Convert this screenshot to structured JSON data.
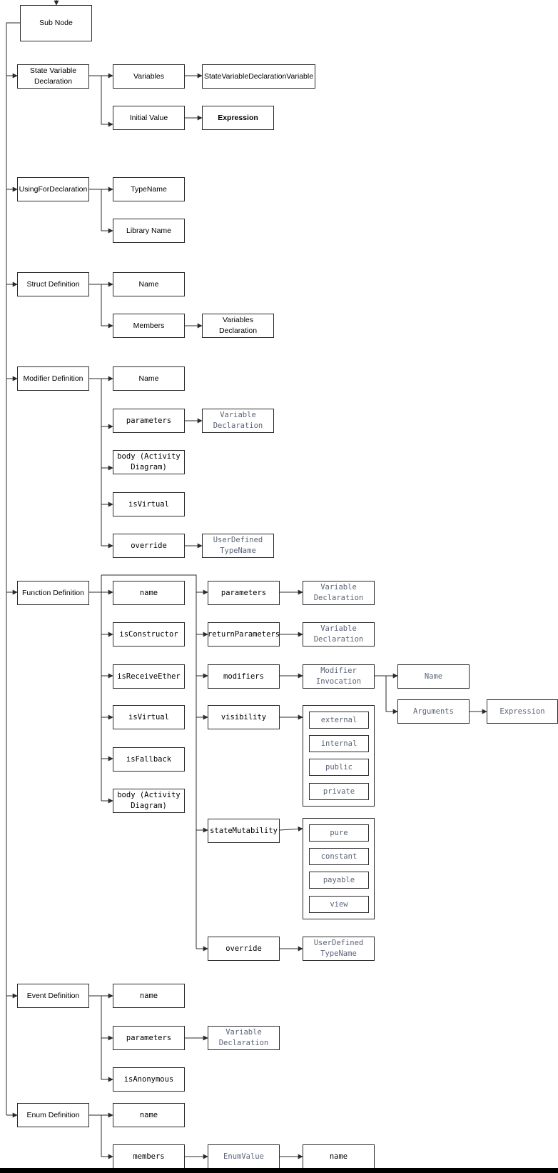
{
  "nodes": {
    "sub_node": "Sub Node",
    "state_var_decl": "State Variable Declaration",
    "sv_variables": "Variables",
    "sv_var_type": "StateVariableDeclarationVariable",
    "sv_initial_value": "Initial Value",
    "sv_expression": "Expression",
    "using_for": "UsingForDeclaration",
    "uf_typename": "TypeName",
    "uf_library": "Library Name",
    "struct_def": "Struct Definition",
    "st_name": "Name",
    "st_members": "Members",
    "st_var_decl": "Variables Declaration",
    "modifier_def": "Modifier Definition",
    "md_name": "Name",
    "md_parameters": "parameters",
    "md_var_decl": "Variable Declaration",
    "md_body": "body (Activity Diagram)",
    "md_isvirtual": "isVirtual",
    "md_override": "override",
    "md_udt": "UserDefined TypeName",
    "function_def": "Function Definition",
    "fd_name": "name",
    "fd_isconstructor": "isConstructor",
    "fd_isreceiveether": "isReceiveEther",
    "fd_isvirtual": "isVirtual",
    "fd_isfallback": "isFallback",
    "fd_body": "body (Activity Diagram)",
    "fd_parameters": "parameters",
    "fd_param_vd": "Variable Declaration",
    "fd_return_params": "returnParameters",
    "fd_return_vd": "Variable Declaration",
    "fd_modifiers": "modifiers",
    "fd_modifier_inv": "Modifier Invocation",
    "fd_mi_name": "Name",
    "fd_mi_arguments": "Arguments",
    "fd_mi_expression": "Expression",
    "fd_visibility": "visibility",
    "vis_external": "external",
    "vis_internal": "internal",
    "vis_public": "public",
    "vis_private": "private",
    "fd_state_mut": "stateMutability",
    "sm_pure": "pure",
    "sm_constant": "constant",
    "sm_payable": "payable",
    "sm_view": "view",
    "fd_override": "override",
    "fd_udt": "UserDefined TypeName",
    "event_def": "Event Definition",
    "ev_name": "name",
    "ev_parameters": "parameters",
    "ev_var_decl": "Variable Declaration",
    "ev_isanonymous": "isAnonymous",
    "enum_def": "Enum Definition",
    "en_name": "name",
    "en_members": "members",
    "en_enumvalue": "EnumValue",
    "en_ev_name": "name"
  },
  "colors": {
    "stroke": "#2b2b2b",
    "muted_text": "#5a6478",
    "background": "#ffffff"
  }
}
